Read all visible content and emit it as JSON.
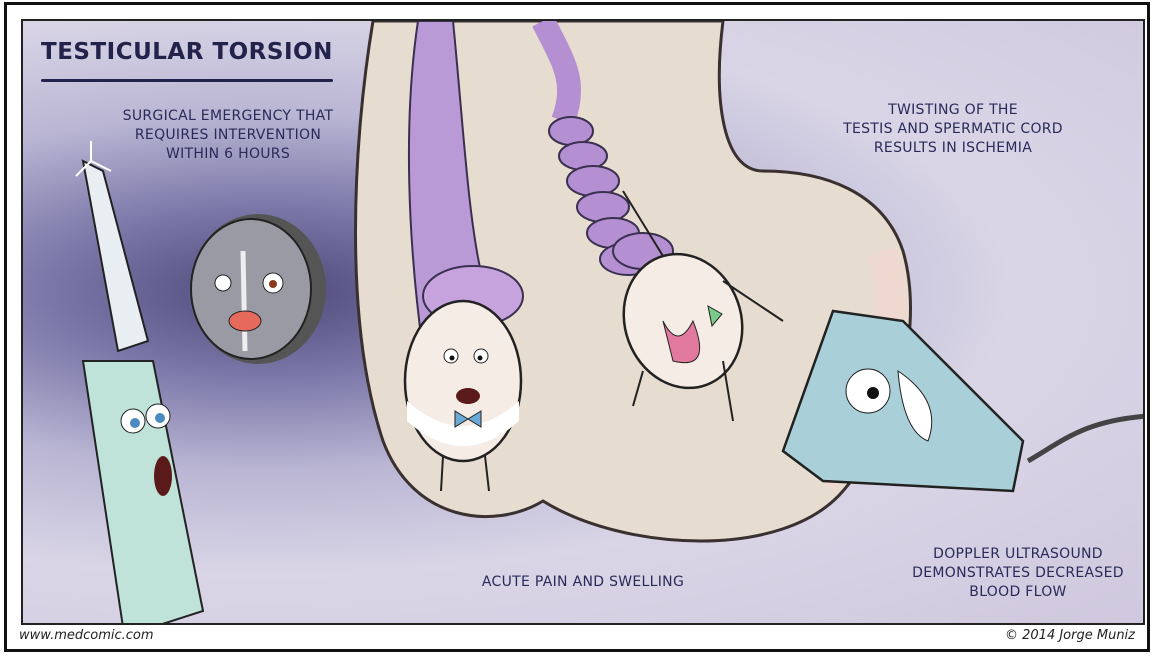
{
  "comic": {
    "title": "TESTICULAR TORSION",
    "captions": {
      "emergency": [
        "SURGICAL EMERGENCY THAT",
        "REQUIRES INTERVENTION",
        "WITHIN 6 HOURS"
      ],
      "twisting": [
        "TWISTING OF THE",
        "TESTIS AND SPERMATIC CORD",
        "RESULTS IN ISCHEMIA"
      ],
      "pain": "ACUTE PAIN AND SWELLING",
      "doppler": [
        "DOPPLER ULTRASOUND",
        "DEMONSTRATES DECREASED",
        "BLOOD FLOW"
      ]
    },
    "footer": {
      "website": "www.medcomic.com",
      "copyright": "© 2014 Jorge Muniz"
    },
    "colors": {
      "ink": "#2a2a5a",
      "background": "#b9b5d3",
      "scrotum": "#e6dcd0",
      "cord": "#b99ad6"
    }
  }
}
